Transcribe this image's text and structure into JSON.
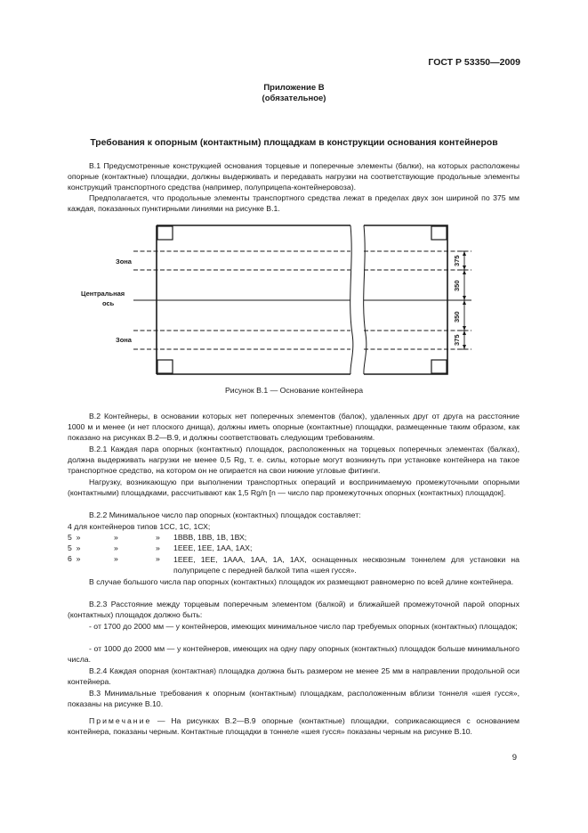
{
  "header": {
    "standard": "ГОСТ Р 53350—2009"
  },
  "appendix": {
    "name": "Приложение В",
    "status": "(обязательное)"
  },
  "section_title": "Требования к опорным (контактным) площадкам в конструкции основания контейнеров",
  "paragraphs": {
    "b1": "В.1  Предусмотренные конструкцией основания торцевые и поперечные элементы (балки), на которых расположены опорные (контактные) площадки, должны выдерживать и передавать нагрузки на соответствующие продольные элементы конструкций транспортного средства (например, полуприцепа-контейнеровоза).",
    "b1b": "Предполагается, что продольные элементы транспортного средства лежат в пределах двух зон шириной по 375 мм каждая, показанных пунктирными линиями на рисунке В.1.",
    "b2": "В.2  Контейнеры, в основании которых нет поперечных элементов (балок), удаленных друг от друга на расстояние 1000 м и менее (и нет плоского днища), должны иметь опорные (контактные) площадки, размещенные таким образом, как показано на рисунках В.2—В.9, и должны соответствовать следующим требованиям.",
    "b21": "В.2.1  Каждая пара опорных (контактных) площадок, расположенных на торцевых поперечных элементах (балках), должна выдерживать нагрузки не менее 0,5 Rg, т. е. силы, которые могут возникнуть при установке контейнера на такое транспортное средство, на котором он не опирается на свои нижние угловые фитинги.",
    "b21b": "Нагрузку, возникающую при выполнении транспортных операций и воспринимаемую промежуточными опорными (контактными) площадками, рассчитывают как 1,5 Rg/n [n — число пар промежуточных опорных (контактных) площадок].",
    "b22": "В.2.2  Минимальное число пар опорных (контактных) площадок составляет:",
    "b22_l1": "4 для контейнеров типов 1СС, 1С, 1СХ;",
    "b22_l2a": "5  »",
    "b22_l2b": "»",
    "b22_l2c": "»",
    "b22_l2d": "1ВВВ, 1ВВ, 1В, 1ВХ;",
    "b22_l3a": "5  »",
    "b22_l3b": "»",
    "b22_l3c": "»",
    "b22_l3d": "1ЕЕЕ, 1ЕЕ, 1АА, 1АХ;",
    "b22_l4a": "6  »",
    "b22_l4b": "»",
    "b22_l4c": "»",
    "b22_l4d": "1ЕЕЕ, 1ЕЕ, 1ААА, 1АА, 1А, 1АХ, оснащенных несквозным тоннелем для установки на полуприцепе с передней балкой типа «шея гусся».",
    "b22b": "В случае большого числа пар опорных (контактных) площадок их размещают равномерно по всей длине контейнера.",
    "b23": "В.2.3  Расстояние между торцевым поперечным элементом (балкой) и ближайшей промежуточной парой опорных (контактных) площадок должно быть:",
    "b23_d1": "- от 1700 до 2000 мм — у контейнеров, имеющих минимальное число пар требуемых опорных (контактных) площадок;",
    "b23_d2": "- от 1000 до 2000 мм — у контейнеров, имеющих на одну пару опорных (контактных) площадок больше минимального числа.",
    "b24": "В.2.4  Каждая опорная (контактная) площадка должна быть размером не менее 25 мм в направлении продольной оси контейнера.",
    "b3": "В.3  Минимальные требования к опорным (контактным) площадкам, расположенным вблизи тоннеля «шея гусся», показаны на рисунке В.10.",
    "note_label": "Примечание",
    "note_text": " — На рисунках В.2—В.9 опорные (контактные) площадки, соприкасающиеся с основанием контейнера, показаны черным. Контактные площадки в тоннеле «шея гусся» показаны черным на рисунке В.10."
  },
  "figure": {
    "label_zone_top": "Зона",
    "label_axis_1": "Центральная",
    "label_axis_2": "ось",
    "label_zone_bottom": "Зона",
    "dim_1": "375",
    "dim_2": "350",
    "dim_3": "350",
    "dim_4": "375",
    "caption": "Рисунок В.1 — Основание контейнера"
  },
  "page_number": "9"
}
